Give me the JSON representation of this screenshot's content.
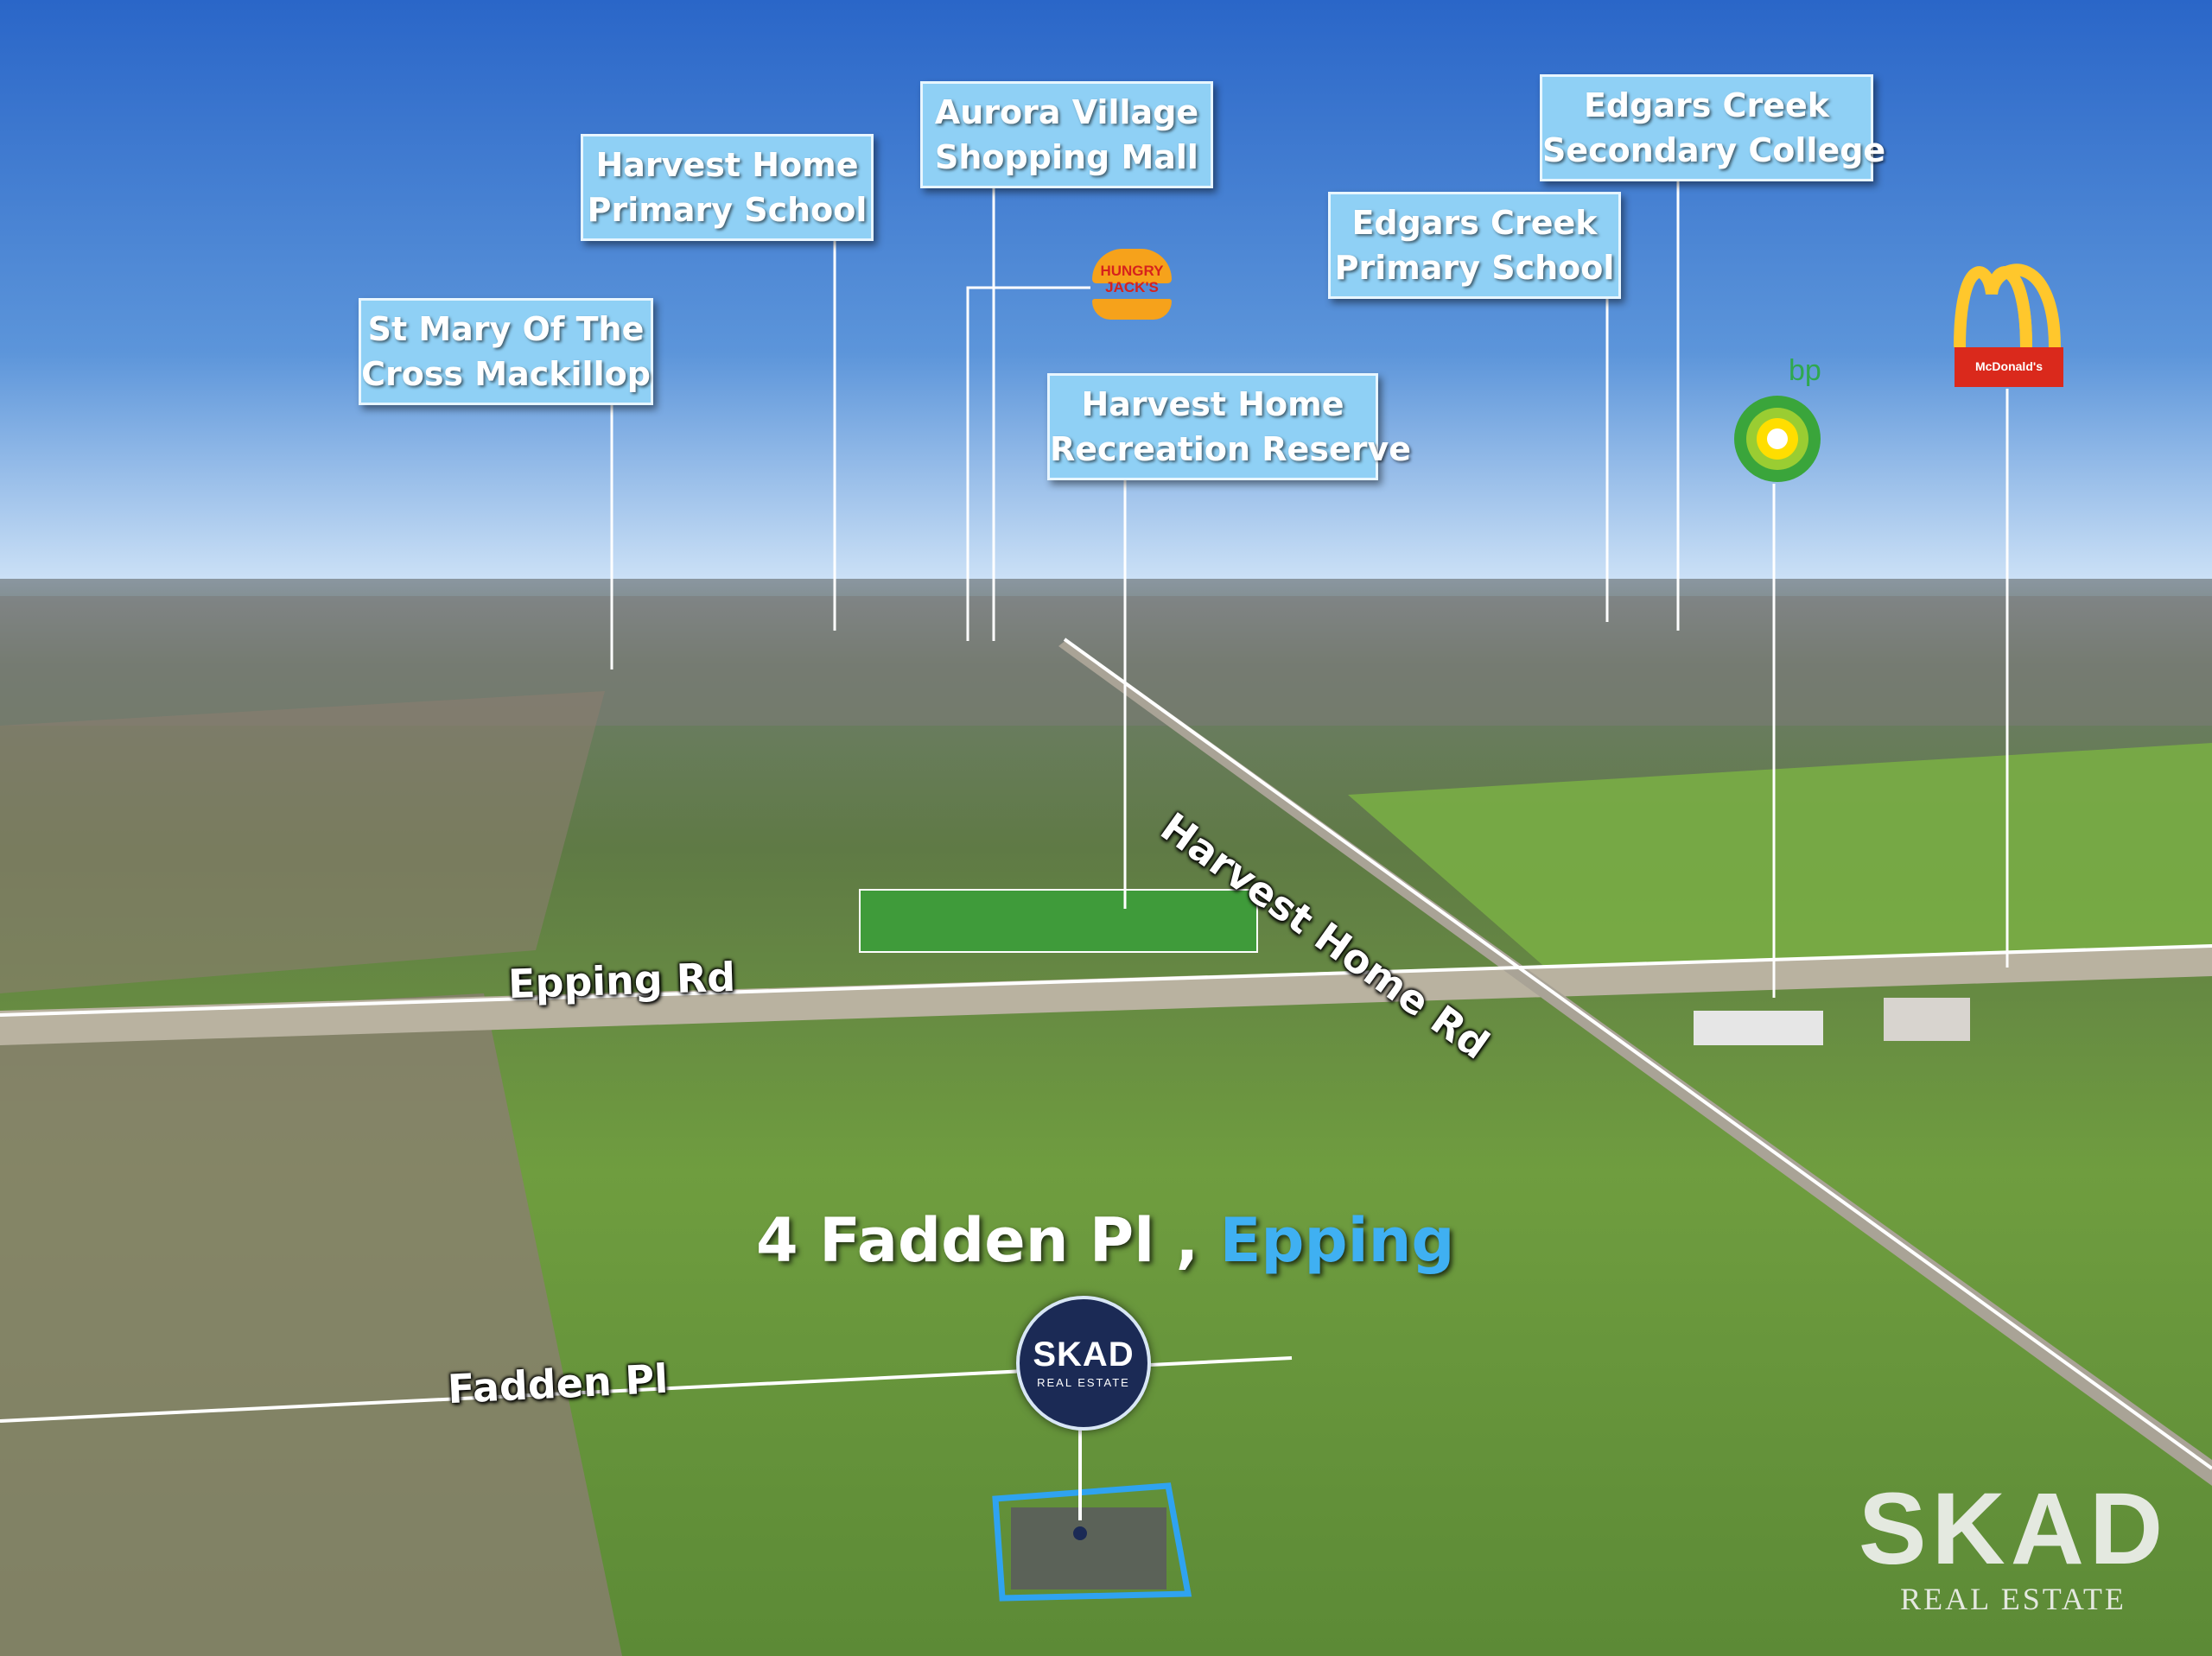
{
  "image": {
    "description_type": "aerial real-estate marketing photo",
    "sky_color_top": "#2a66c8",
    "sky_color_horizon": "#cfe3f7",
    "land_color": "#6f9d3f",
    "accent_blue": "#3fb0f2",
    "label_box_color": "#8fd0f5"
  },
  "landmarks": [
    {
      "line1": "St Mary Of The",
      "line2": "Cross Mackillop"
    },
    {
      "line1": "Harvest Home",
      "line2": "Primary School"
    },
    {
      "line1": "Aurora Village",
      "line2": "Shopping Mall"
    },
    {
      "line1": "Harvest Home",
      "line2": "Recreation Reserve"
    },
    {
      "line1": "Edgars Creek",
      "line2": "Primary School"
    },
    {
      "line1": "Edgars Creek",
      "line2": "Secondary College"
    }
  ],
  "logos": {
    "hungry_jacks": {
      "text": "HUNGRY JACK'S",
      "icon": "hungry-jacks-logo"
    },
    "bp": {
      "text": "bp",
      "icon": "bp-helios-logo"
    },
    "mcdonalds": {
      "text": "McDonald's",
      "icon": "mcdonalds-arches-logo"
    }
  },
  "streets": {
    "epping_rd": "Epping Rd",
    "harvest_home_rd": "Harvest Home Rd",
    "fadden_pl": "Fadden Pl"
  },
  "address": {
    "number_street": "4 Fadden Pl ,",
    "suburb": "Epping"
  },
  "pin": {
    "logo": "SKAD",
    "sub": "REAL ESTATE"
  },
  "brand": {
    "logo": "SKAD",
    "sub": "REAL ESTATE"
  }
}
